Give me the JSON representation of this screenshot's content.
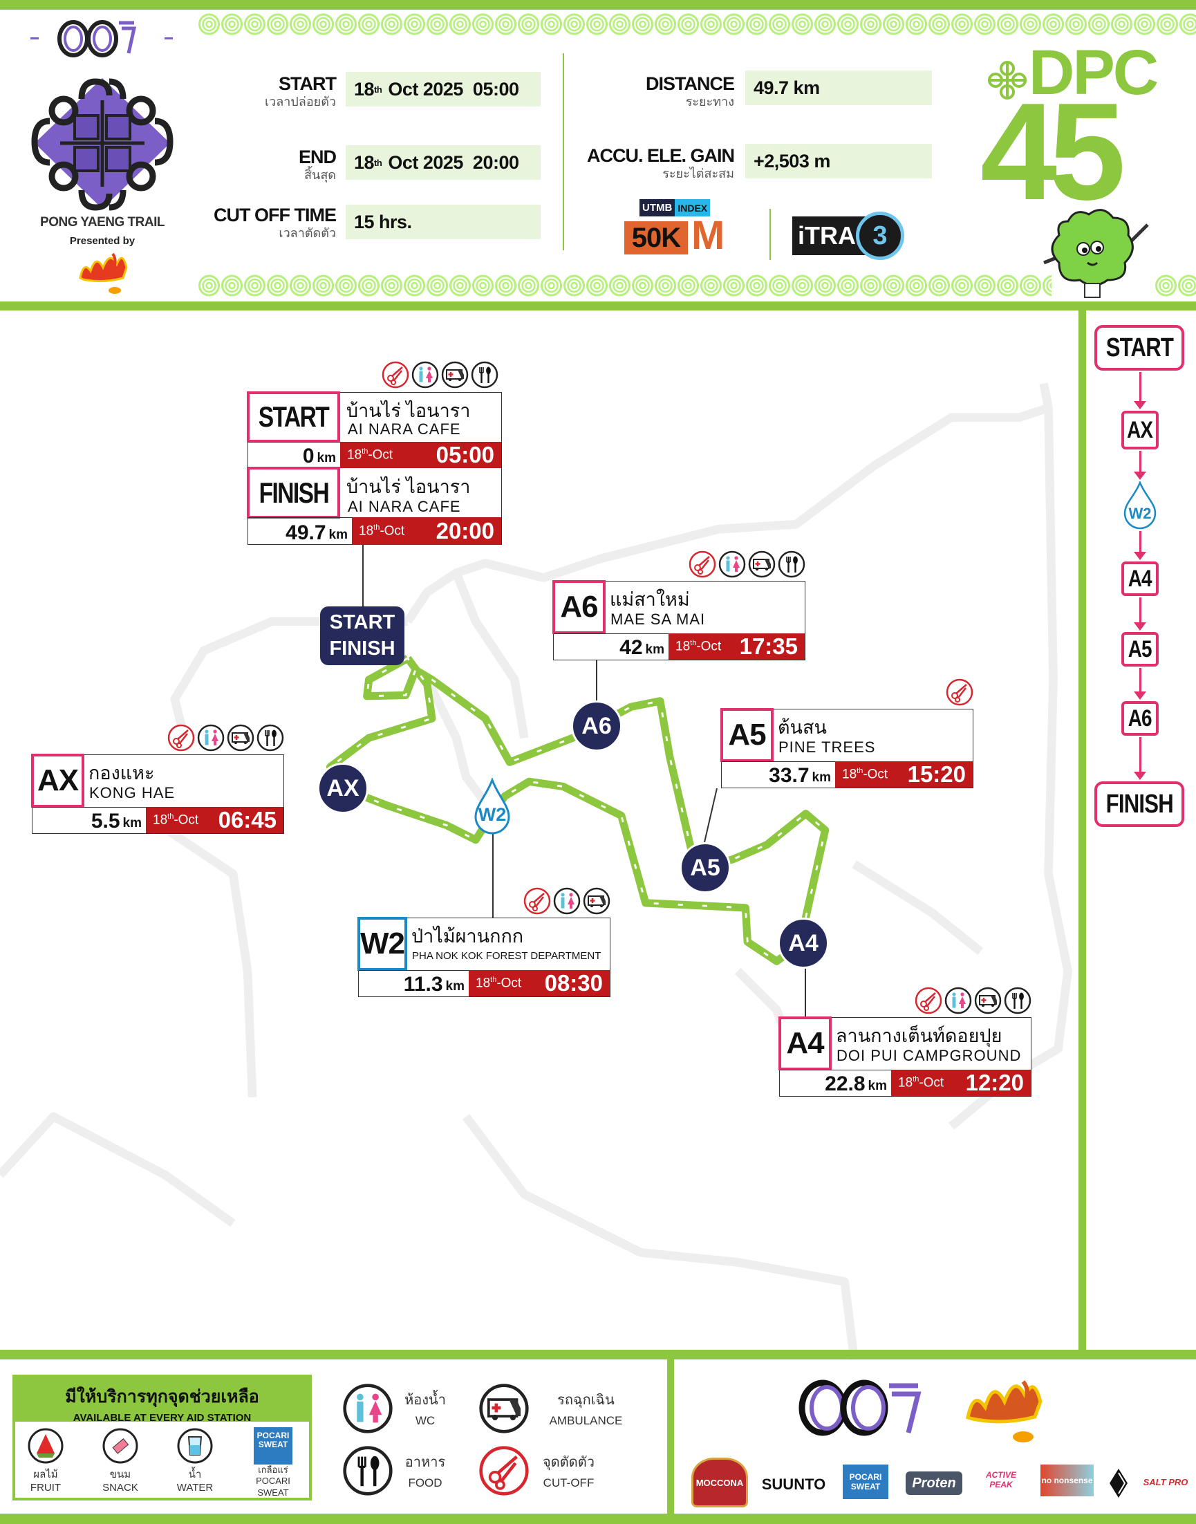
{
  "header": {
    "org_logo": "ots",
    "event_name": "PONG YAENG TRAIL",
    "presented_by": "Presented by",
    "start": {
      "label": "START",
      "sub": "เวลาปล่อยตัว",
      "day": "18",
      "sup": "th",
      "value": "Oct 2025  05:00"
    },
    "end": {
      "label": "END",
      "sub": "สิ้นสุด",
      "day": "18",
      "sup": "th",
      "value": "Oct 2025  20:00"
    },
    "cutoff": {
      "label": "CUT OFF TIME",
      "sub": "เวลาตัดตัว",
      "value": "15 hrs."
    },
    "distance": {
      "label": "DISTANCE",
      "sub": "ระยะทาง",
      "value": "49.7 km"
    },
    "gain": {
      "label": "ACCU. ELE. GAIN",
      "sub": "ระยะไต่สะสม",
      "value": "+2,503 m"
    },
    "utmb": {
      "brand": "UTMB",
      "index": "INDEX",
      "category": "50K",
      "letter": "M"
    },
    "itra": {
      "brand": "iTRA",
      "points": "3"
    },
    "dpc": {
      "brand": "DPC",
      "number": "45"
    }
  },
  "map": {
    "marker_start": "START",
    "marker_finish": "FINISH",
    "unit": "km",
    "start": {
      "code": "START",
      "th": "บ้านไร่ ไอนารา",
      "en": "AI NARA CAFE",
      "km": "0",
      "day": "18",
      "sup": "th",
      "month": "-Oct",
      "time": "05:00"
    },
    "finish": {
      "code": "FINISH",
      "th": "บ้านไร่ ไอนารา",
      "en": "AI NARA CAFE",
      "km": "49.7",
      "day": "18",
      "sup": "th",
      "month": "-Oct",
      "time": "20:00"
    },
    "start_services": [
      "cutoff",
      "wc",
      "ambulance",
      "food"
    ],
    "stations": [
      {
        "code": "AX",
        "th": "กองแหะ",
        "en": "KONG HAE",
        "km": "5.5",
        "day": "18",
        "sup": "th",
        "month": "-Oct",
        "time": "06:45",
        "services": [
          "cutoff",
          "wc",
          "ambulance",
          "food"
        ]
      },
      {
        "code": "W2",
        "th": "ป่าไม้ผานกกก",
        "en": "PHA NOK KOK FOREST DEPARTMENT",
        "km": "11.3",
        "day": "18",
        "sup": "th",
        "month": "-Oct",
        "time": "08:30",
        "services": [
          "cutoff",
          "wc",
          "ambulance"
        ]
      },
      {
        "code": "A4",
        "th": "ลานกางเต็นท์ดอยปุย",
        "en": "DOI PUI CAMPGROUND",
        "km": "22.8",
        "day": "18",
        "sup": "th",
        "month": "-Oct",
        "time": "12:20",
        "services": [
          "cutoff",
          "wc",
          "ambulance",
          "food"
        ]
      },
      {
        "code": "A5",
        "th": "ต้นสน",
        "en": "PINE TREES",
        "km": "33.7",
        "day": "18",
        "sup": "th",
        "month": "-Oct",
        "time": "15:20",
        "services": [
          "cutoff"
        ]
      },
      {
        "code": "A6",
        "th": "แม่สาใหม่",
        "en": "MAE SA MAI",
        "km": "42",
        "day": "18",
        "sup": "th",
        "month": "-Oct",
        "time": "17:35",
        "services": [
          "cutoff",
          "wc",
          "ambulance",
          "food"
        ]
      }
    ]
  },
  "route_list": [
    "START",
    "AX",
    "W2",
    "A4",
    "A5",
    "A6",
    "FINISH"
  ],
  "legend": {
    "title": "มีให้บริการทุกจุดช่วยเหลือ",
    "subtitle": "AVAILABLE AT EVERY AID STATION",
    "items": [
      {
        "th": "ผลไม้",
        "en": "FRUIT"
      },
      {
        "th": "ขนม",
        "en": "SNACK"
      },
      {
        "th": "น้ำ",
        "en": "WATER"
      },
      {
        "th": "เกลือแร่",
        "en": "POCARI SWEAT"
      }
    ],
    "pocari": "POCARI SWEAT",
    "services": [
      {
        "th": "ห้องน้ำ",
        "en": "WC"
      },
      {
        "th": "รถฉุกเฉิน",
        "en": "AMBULANCE"
      },
      {
        "th": "อาหาร",
        "en": "FOOD"
      },
      {
        "th": "จุดตัดตัว",
        "en": "CUT-OFF"
      }
    ]
  },
  "sponsors": {
    "main_logo": "ots",
    "items": [
      "MOCCONA",
      "SUUNTO",
      "POCARI SWEAT",
      "Proten",
      "ACTIVE PEAK",
      "no nonsense",
      "SALT PRO"
    ]
  },
  "colors": {
    "green": "#8dc63f",
    "navy": "#262a5a",
    "red": "#c0191b",
    "pink": "#e0306e",
    "blue": "#1a8ac4"
  }
}
